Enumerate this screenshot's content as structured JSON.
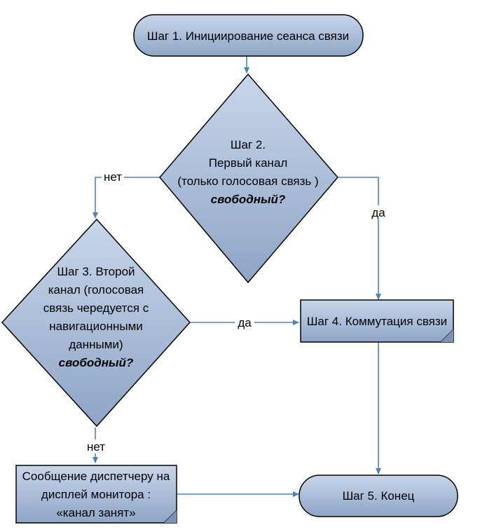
{
  "nodes": {
    "step1": {
      "text": "Шаг 1. Инициирование сеанса связи"
    },
    "step2": {
      "line1": "Шаг 2.",
      "line2": "Первый канал",
      "line3": "(только голосовая связь )",
      "line4": "свободный?"
    },
    "step3": {
      "line1": "Шаг 3. Второй",
      "line2": "канал (голосовая",
      "line3": "связь чередуется с",
      "line4": "навигационными",
      "line5": "данными)",
      "line6": "свободный?"
    },
    "step4": {
      "text": "Шаг 4. Коммутация связи"
    },
    "step5": {
      "text": "Шаг 5. Конец"
    },
    "message": {
      "line1": "Сообщение диспетчеру на",
      "line2": "дисплей монитора :",
      "line3": "«канал занят»"
    }
  },
  "edges": {
    "step2_no": "нет",
    "step2_yes": "да",
    "step3_yes": "да",
    "step3_no": "нет"
  },
  "colors": {
    "shape_fill_top": "#c6d4e8",
    "shape_fill_bottom": "#8da4c6",
    "shape_stroke": "#000000",
    "connector": "#4f81bd"
  }
}
